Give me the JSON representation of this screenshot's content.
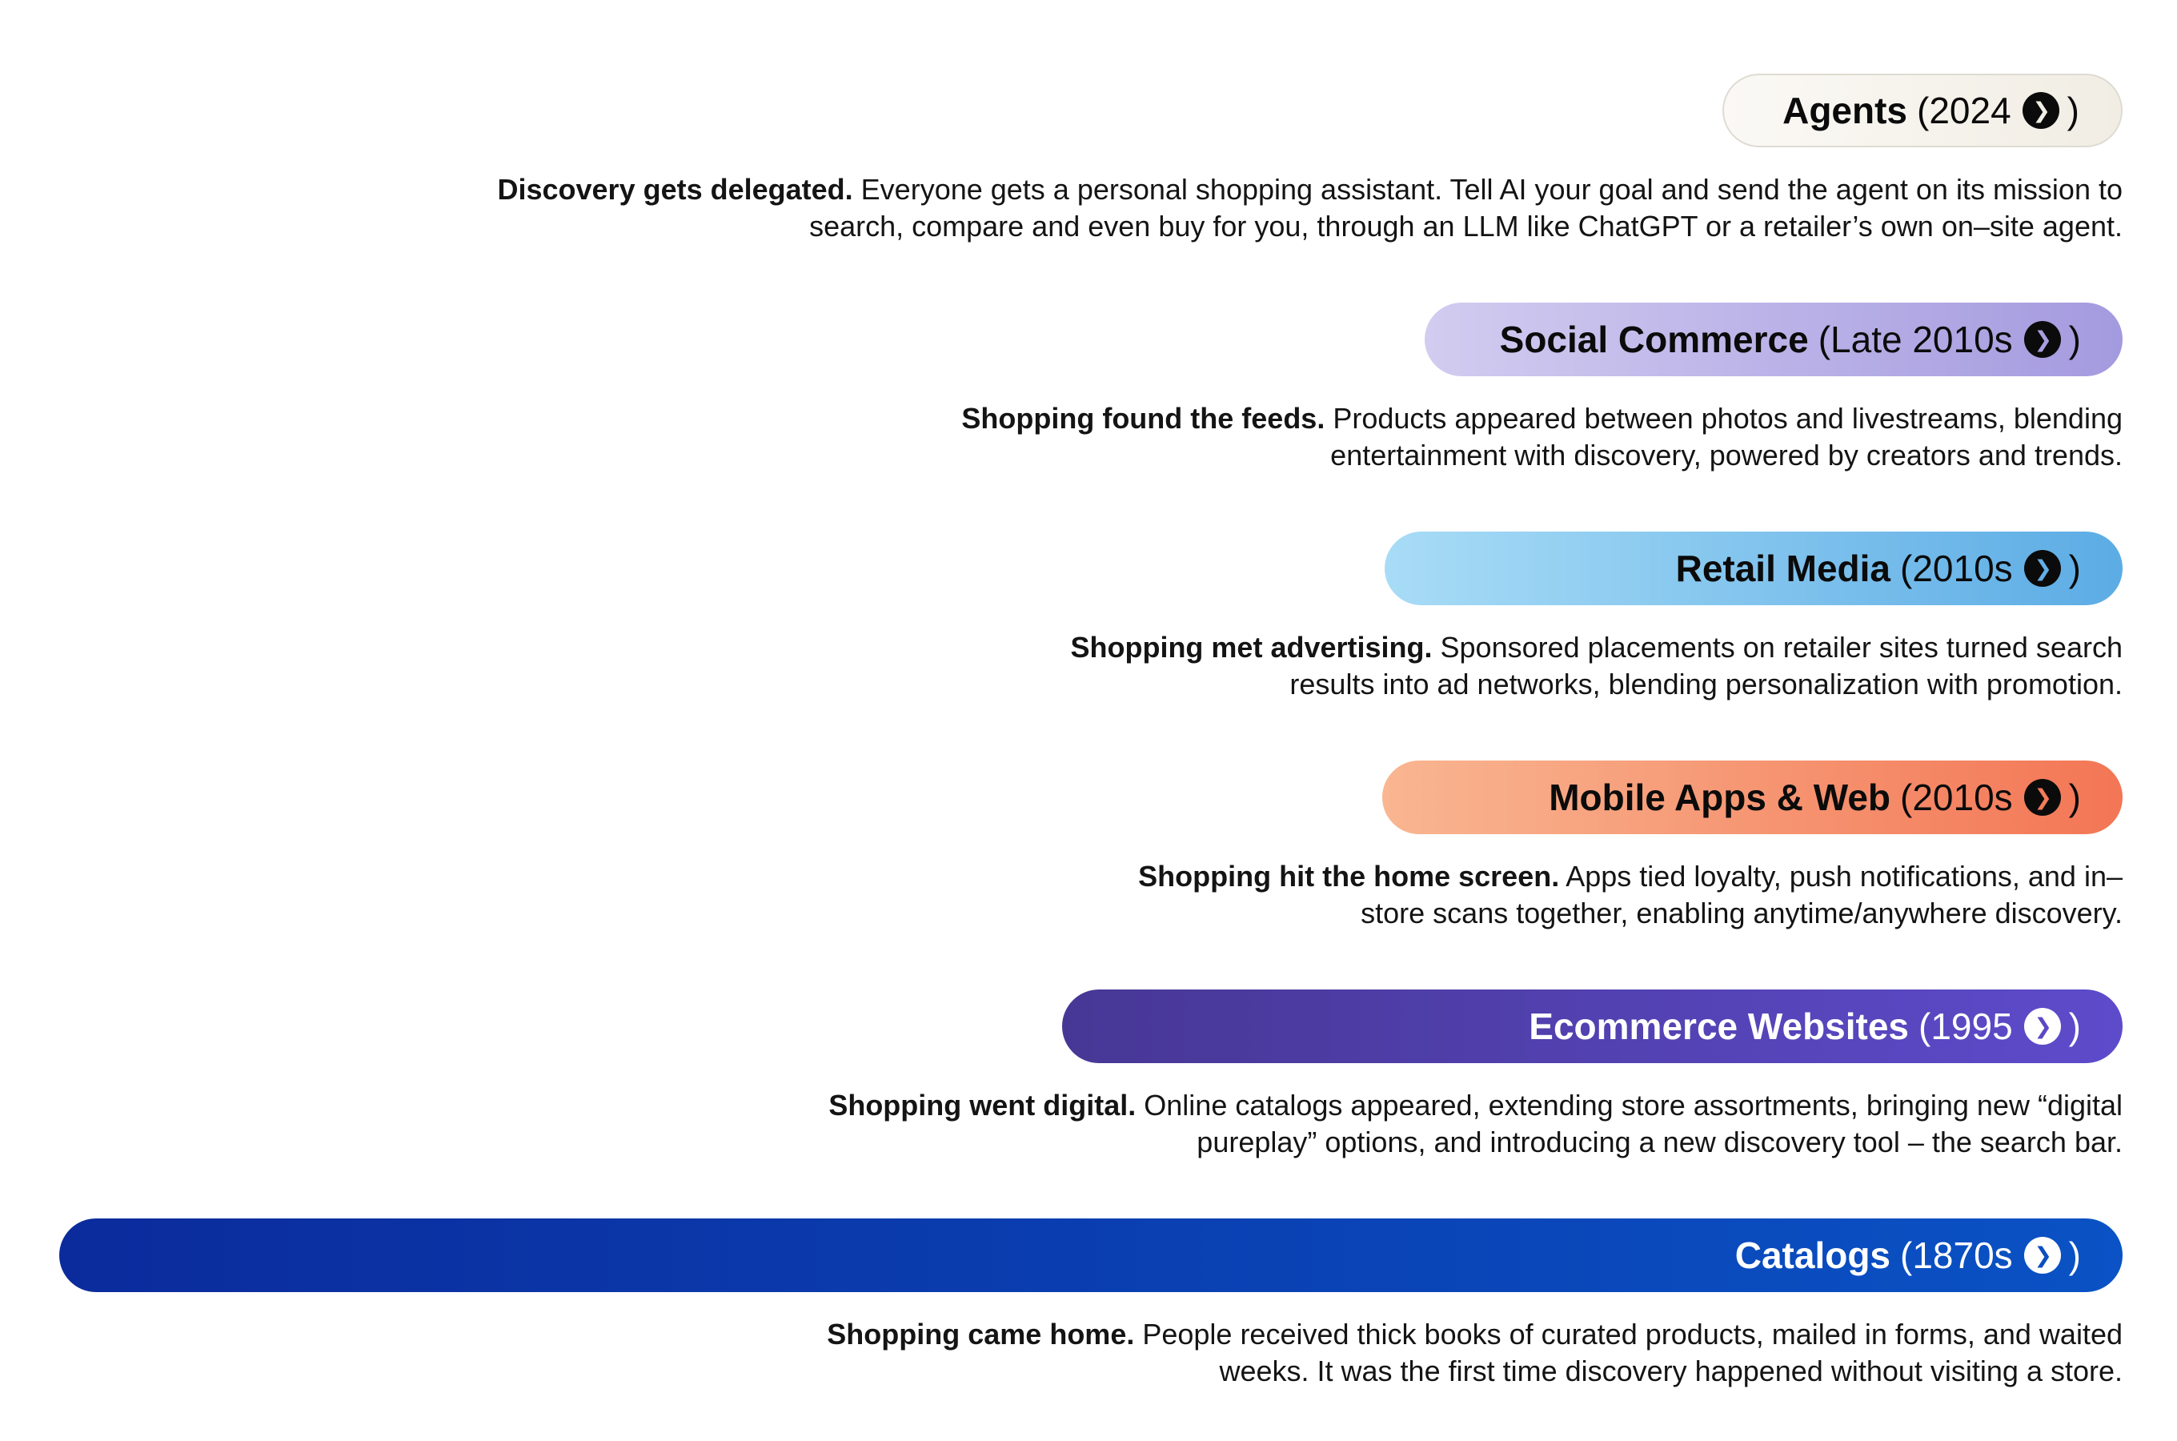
{
  "canvas": {
    "background": "#ffffff"
  },
  "timeline": {
    "items": [
      {
        "id": "agents",
        "label": "Agents",
        "year_open": "(2024",
        "year_close": ")",
        "arrow_icon": "chevron-right-circle-icon",
        "colors": {
          "from": "#fbf9f5",
          "to": "#f1ede4",
          "border": "#dedbd2",
          "text": "#0b0b0b",
          "icon_circle": "#0b0b0b",
          "icon_chevron": "#f2eee6"
        },
        "description": {
          "lead": "Discovery gets delegated.",
          "body": " Everyone gets a personal shopping assistant. Tell AI your goal and send the agent on its mission to search, compare and even buy for you, through an LLM like ChatGPT or a retailer’s own on–site agent."
        }
      },
      {
        "id": "social",
        "label": "Social Commerce",
        "year_open": "(Late 2010s",
        "year_close": ")",
        "arrow_icon": "chevron-right-circle-icon",
        "colors": {
          "from": "#d2ccf0",
          "to": "#a49adf",
          "text": "#0b0b0b",
          "icon_circle": "#0b0b0b",
          "icon_chevron": "#a89fe0"
        },
        "description": {
          "lead": "Shopping found the feeds.",
          "body": " Products appeared between photos and livestreams, blending entertainment with discovery, powered by creators and trends."
        }
      },
      {
        "id": "retail",
        "label": "Retail Media",
        "year_open": "(2010s",
        "year_close": ")",
        "arrow_icon": "chevron-right-circle-icon",
        "colors": {
          "from": "#a8dcf6",
          "to": "#5cace5",
          "text": "#0b0b0b",
          "icon_circle": "#0b0b0b",
          "icon_chevron": "#63aee6"
        },
        "description": {
          "lead": "Shopping met advertising.",
          "body": " Sponsored placements on retailer sites turned search results into ad networks, blending personalization with promotion."
        }
      },
      {
        "id": "mobile",
        "label": "Mobile Apps & Web",
        "year_open": "(2010s",
        "year_close": ")",
        "arrow_icon": "chevron-right-circle-icon",
        "colors": {
          "from": "#f9b691",
          "to": "#f37655",
          "text": "#0b0b0b",
          "icon_circle": "#0b0b0b",
          "icon_chevron": "#f47b58"
        },
        "description": {
          "lead": "Shopping hit the home screen.",
          "body": " Apps tied loyalty, push notifications, and in–store scans together, enabling anytime/anywhere discovery."
        }
      },
      {
        "id": "ecom",
        "label": "Ecommerce Websites",
        "year_open": "(1995",
        "year_close": ")",
        "arrow_icon": "chevron-right-circle-icon",
        "colors": {
          "from": "#473795",
          "to": "#5d4bcb",
          "text": "#ffffff",
          "icon_circle": "#ffffff",
          "icon_chevron": "#5b49c4"
        },
        "description": {
          "lead": "Shopping went digital.",
          "body": " Online catalogs appeared, extending store assortments, bringing new “digital pureplay” options, and introducing a new discovery tool – the search bar."
        }
      },
      {
        "id": "catalogs",
        "label": "Catalogs",
        "year_open": "(1870s",
        "year_close": ")",
        "arrow_icon": "chevron-right-circle-icon",
        "colors": {
          "from": "#0b2b9c",
          "to": "#0a52c5",
          "text": "#ffffff",
          "icon_circle": "#ffffff",
          "icon_chevron": "#0d4fc0"
        },
        "description": {
          "lead": "Shopping came home.",
          "body": " People received thick books of curated products, mailed in forms, and waited weeks. It was the first time discovery happened without visiting a store."
        }
      }
    ],
    "arrow_glyph": "❯"
  }
}
